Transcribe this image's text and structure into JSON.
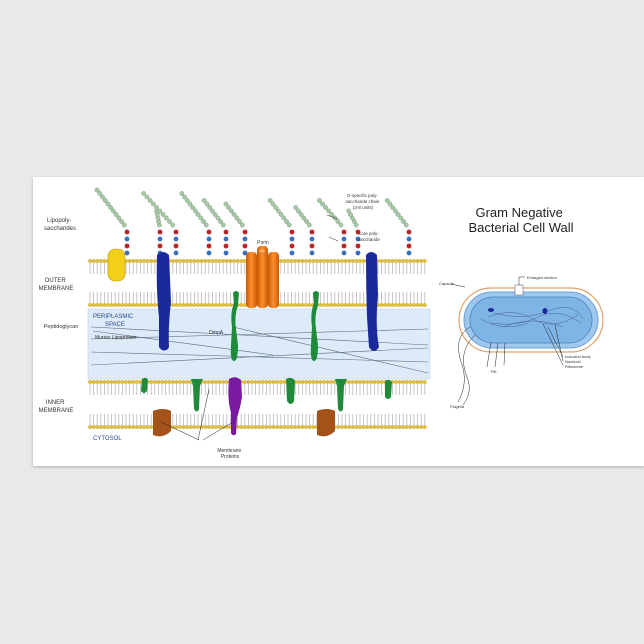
{
  "title": {
    "line1": "Gram Negative",
    "line2": "Bacterial Cell Wall"
  },
  "labels": {
    "lipopolysaccharides_1": "Lipopoly-",
    "lipopolysaccharides_2": "saccharides",
    "outer_membrane_1": "OUTER",
    "outer_membrane_2": "MEMBRANE",
    "peptidoglycan": "Peptidoglycan",
    "periplasmic_1": "PERIPLASMIC",
    "periplasmic_2": "SPACE",
    "murein": "Murein Lipoprotein",
    "inner_membrane_1": "INNER",
    "inner_membrane_2": "MEMBRANE",
    "cytosol": "CYTOSOL",
    "porin": "Porin",
    "ompa": "OmpA",
    "o_specific_1": "O-specific poly-",
    "o_specific_2": "saccharide chain",
    "o_specific_3": "(3-8 units)",
    "core_1": "Core poly-",
    "core_2": "saccharide",
    "membrane_proteins_1": "Membrane",
    "membrane_proteins_2": "Proteins"
  },
  "cell_labels": {
    "enlarged": "Enlarged section",
    "capsule": "Capsule",
    "inclusion": "Inclusion body",
    "nucleoid": "Nucleoid",
    "ribosome": "Ribosome",
    "pili": "Pili",
    "flagella": "Flagella"
  },
  "colors": {
    "lipid_head": "#e6c23a",
    "lipid_tail": "#b8b8b8",
    "sugar_unit": "#a9c6a9",
    "core_red": "#c0202a",
    "core_blue": "#3a6fbf",
    "periplasm": "#ddeaf8",
    "porin": "#f07a10",
    "blue_protein": "#1a2a9a",
    "green_protein": "#1f8a3a",
    "purple_protein": "#7a1aa0",
    "brown_protein": "#a4521a",
    "yellow_protein": "#f3cf1a",
    "cell_fill": "#7fb4e6"
  }
}
